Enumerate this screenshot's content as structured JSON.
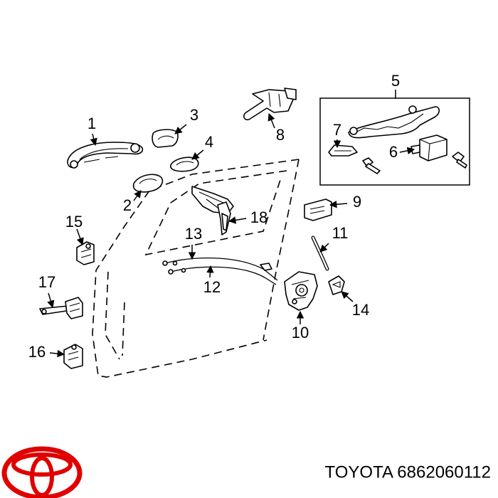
{
  "callouts": [
    {
      "id": "1",
      "label": "1"
    },
    {
      "id": "2",
      "label": "2"
    },
    {
      "id": "3",
      "label": "3"
    },
    {
      "id": "4",
      "label": "4"
    },
    {
      "id": "5",
      "label": "5"
    },
    {
      "id": "6",
      "label": "6"
    },
    {
      "id": "7",
      "label": "7"
    },
    {
      "id": "8",
      "label": "8"
    },
    {
      "id": "9",
      "label": "9"
    },
    {
      "id": "10",
      "label": "10"
    },
    {
      "id": "11",
      "label": "11"
    },
    {
      "id": "12",
      "label": "12"
    },
    {
      "id": "13",
      "label": "13"
    },
    {
      "id": "14",
      "label": "14"
    },
    {
      "id": "15",
      "label": "15"
    },
    {
      "id": "16",
      "label": "16"
    },
    {
      "id": "17",
      "label": "17"
    },
    {
      "id": "18",
      "label": "18"
    }
  ],
  "brand": {
    "caption": "TOYOTA 6862060112",
    "logo_color": "#e00000"
  }
}
